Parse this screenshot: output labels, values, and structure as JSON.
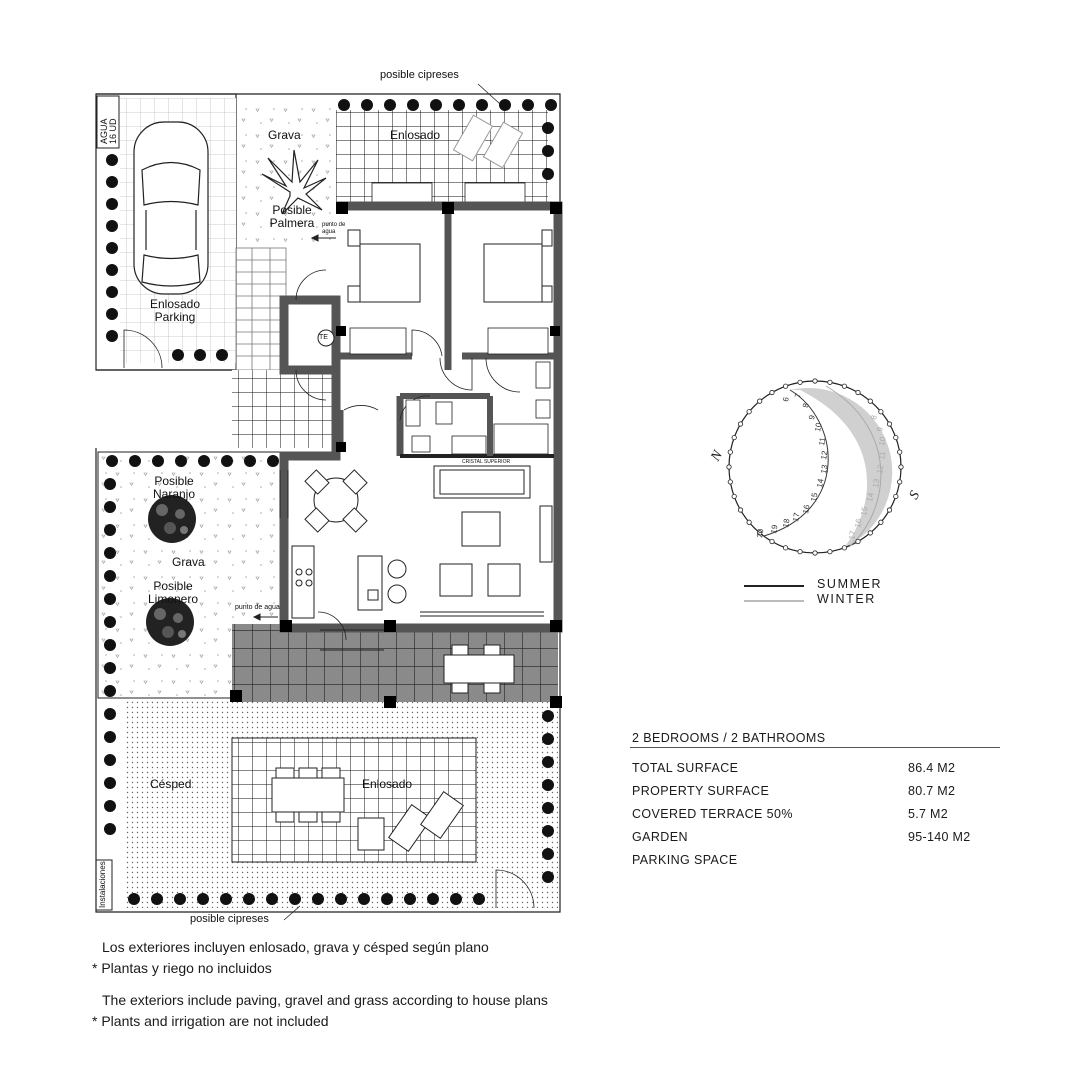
{
  "plan_labels": {
    "posible_cipreses_top": "posible cipreses",
    "posible_cipreses_bottom": "posible cipreses",
    "agua": "AGUA",
    "agua_ud": "16 UD",
    "grava_top": "Grava",
    "enlosado_top": "Enlosado",
    "posible_palmera": "Posible Palmera",
    "punto_agua_top": "punto de agua",
    "enlosado_parking": "Enlosado Parking",
    "te": "TE",
    "posible_naranjo": "Posible Naranjo",
    "grava_left": "Grava",
    "posible_limonero": "Posible Limonero",
    "punto_agua_left": "punto de agua",
    "cesped": "Césped",
    "enlosado_bottom": "Enlosado",
    "instalaciones": "Instalaciones",
    "cristal_superior": "CRISTAL SUPERIOR"
  },
  "compass": {
    "north": "N",
    "south": "S",
    "summer_hours": [
      "6",
      "7",
      "8",
      "9",
      "10",
      "11",
      "12",
      "13",
      "14",
      "15",
      "16",
      "17",
      "18",
      "19",
      "20"
    ],
    "winter_hours": [
      "8",
      "9",
      "10",
      "11",
      "12",
      "13",
      "14",
      "15",
      "16",
      "17"
    ],
    "summer_color": "#222222",
    "winter_color": "#bdbdbd"
  },
  "legend": {
    "summer": "SUMMER",
    "winter": "WINTER"
  },
  "specs": {
    "title": "2 BEDROOMS / 2 BATHROOMS",
    "rows": [
      {
        "label": "TOTAL SURFACE",
        "value": "86.4 M2"
      },
      {
        "label": "PROPERTY SURFACE",
        "value": "80.7 M2"
      },
      {
        "label": "COVERED TERRACE 50%",
        "value": "5.7 M2"
      },
      {
        "label": "GARDEN",
        "value": "95-140 M2"
      },
      {
        "label": "PARKING SPACE",
        "value": ""
      }
    ]
  },
  "notes": {
    "es_line1": "Los exteriores incluyen enlosado, grava y césped según plano",
    "es_line2": "* Plantas y riego no incluidos",
    "en_line1": "The exteriors include paving, gravel and grass according to house plans",
    "en_line2": "* Plants and irrigation are not included"
  }
}
